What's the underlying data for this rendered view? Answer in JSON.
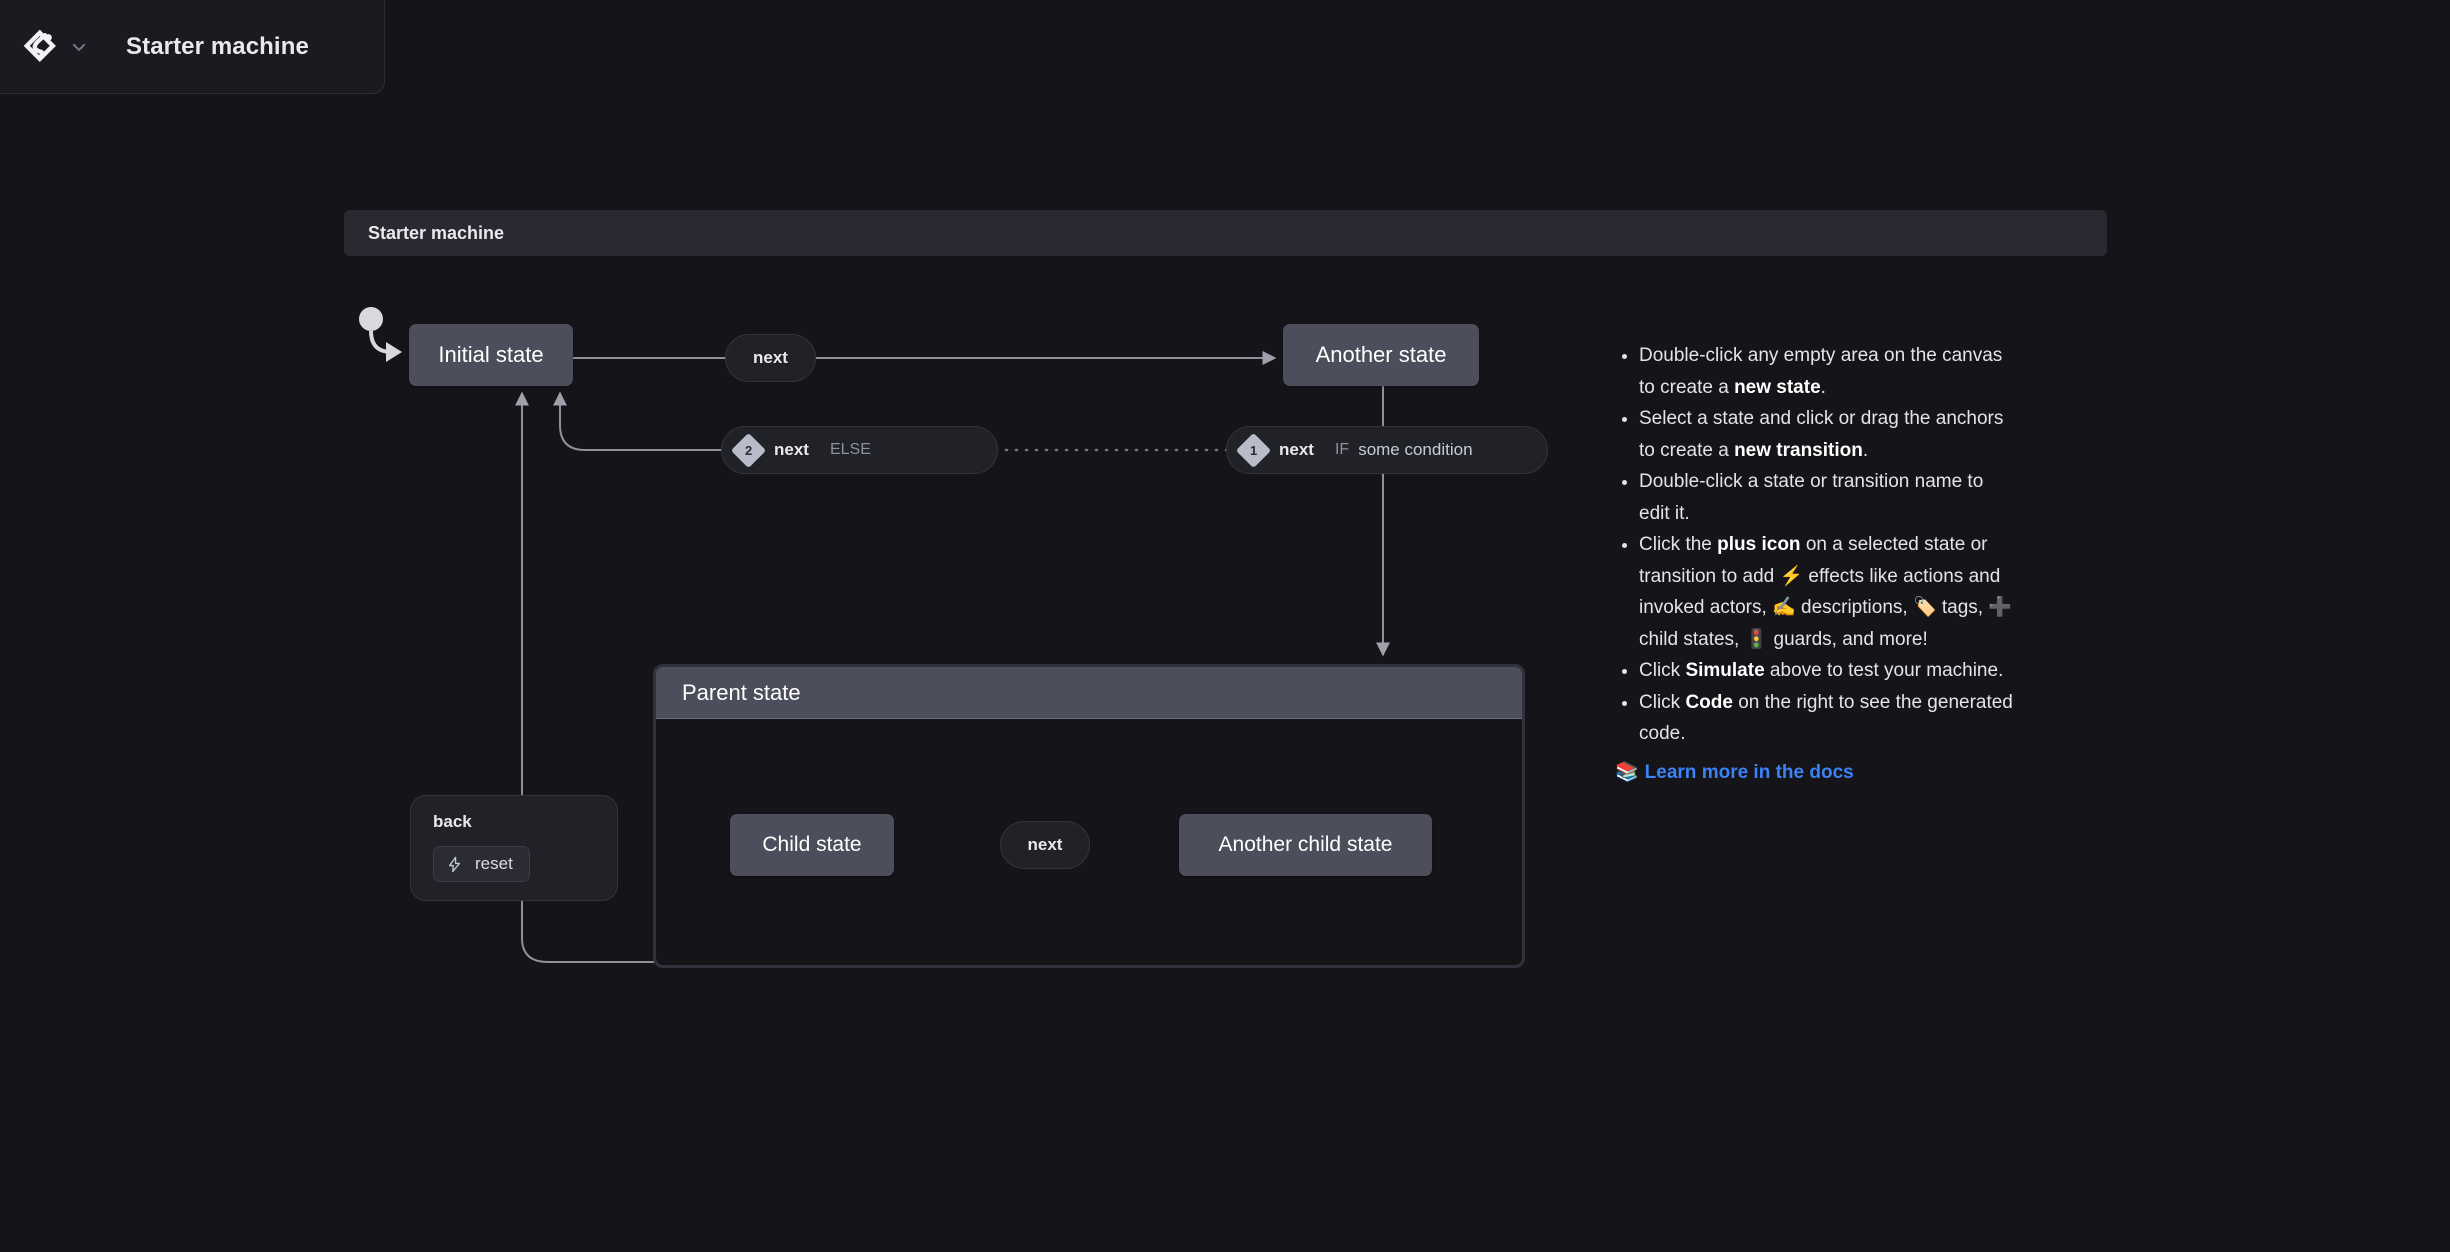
{
  "header": {
    "title": "Starter machine",
    "logo_icon": "stately-logo-icon",
    "chevron_icon": "chevron-down-icon"
  },
  "machine": {
    "title": "Starter machine"
  },
  "states": {
    "initial": "Initial state",
    "another": "Another state",
    "parent": "Parent state",
    "child": "Child state",
    "another_child": "Another child state"
  },
  "transitions": {
    "next_1": "next",
    "next_child": "next",
    "guard_else": {
      "badge": "2",
      "event": "next",
      "keyword": "ELSE",
      "condition": ""
    },
    "guard_if": {
      "badge": "1",
      "event": "next",
      "keyword": "IF",
      "condition": "some condition"
    },
    "back": {
      "event": "back",
      "action": "reset",
      "action_icon": "bolt-icon"
    }
  },
  "help": {
    "items": [
      {
        "parts": [
          {
            "t": "Double-click any empty area on the canvas to create a ",
            "b": false
          },
          {
            "t": "new state",
            "b": true
          },
          {
            "t": ".",
            "b": false
          }
        ]
      },
      {
        "parts": [
          {
            "t": "Select a state and click or drag the anchors to create a ",
            "b": false
          },
          {
            "t": "new transition",
            "b": true
          },
          {
            "t": ".",
            "b": false
          }
        ]
      },
      {
        "parts": [
          {
            "t": "Double-click a state or transition name to edit it.",
            "b": false
          }
        ]
      },
      {
        "parts": [
          {
            "t": "Click the ",
            "b": false
          },
          {
            "t": "plus icon",
            "b": true
          },
          {
            "t": " on a selected state or transition to add ⚡ effects like actions and invoked actors, ✍️ descriptions, 🏷️ tags, ➕ child states, 🚦 guards, and more!",
            "b": false
          }
        ]
      },
      {
        "parts": [
          {
            "t": "Click ",
            "b": false
          },
          {
            "t": "Simulate",
            "b": true
          },
          {
            "t": " above to test your machine.",
            "b": false
          }
        ]
      },
      {
        "parts": [
          {
            "t": "Click ",
            "b": false
          },
          {
            "t": "Code",
            "b": true
          },
          {
            "t": " on the right to see the generated code.",
            "b": false
          }
        ]
      }
    ],
    "docs_link": "Learn more in the docs",
    "docs_emoji": "📚"
  },
  "colors": {
    "canvas_bg": "#141419",
    "state_fill": "#4c4e5b",
    "pill_bg": "#212128",
    "edge_stroke": "#8e909c",
    "link": "#3b82f6",
    "machine_bar": "#292932"
  }
}
